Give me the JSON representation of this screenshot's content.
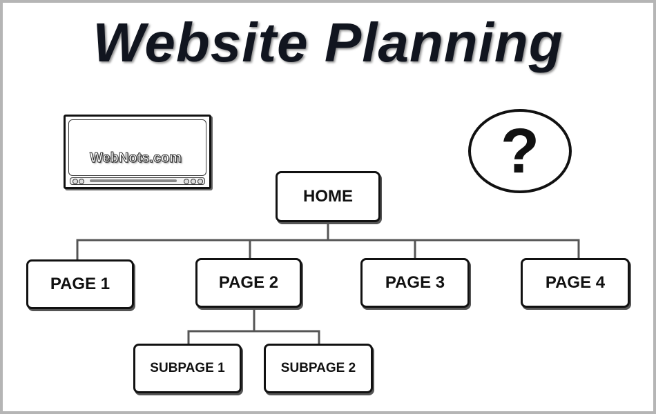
{
  "title": "Website Planning",
  "watermark": "WebNots.com",
  "question_symbol": "?",
  "nodes": {
    "home": "HOME",
    "page1": "PAGE 1",
    "page2": "PAGE 2",
    "page3": "PAGE 3",
    "page4": "PAGE 4",
    "subpage1": "SUBPAGE 1",
    "subpage2": "SUBPAGE 2"
  },
  "edges": [
    [
      "HOME",
      "PAGE 1"
    ],
    [
      "HOME",
      "PAGE 2"
    ],
    [
      "HOME",
      "PAGE 3"
    ],
    [
      "HOME",
      "PAGE 4"
    ],
    [
      "PAGE 2",
      "SUBPAGE 1"
    ],
    [
      "PAGE 2",
      "SUBPAGE 2"
    ]
  ],
  "colors": {
    "title": "#11151f",
    "line": "#555555",
    "border": "#111111",
    "frame": "#b5b5b5"
  }
}
